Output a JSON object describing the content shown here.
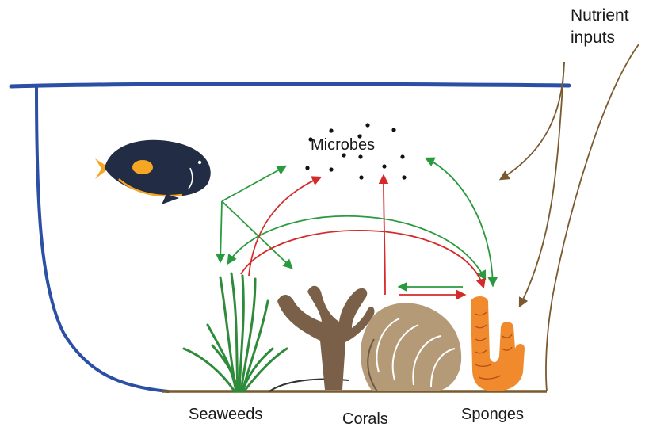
{
  "labels": {
    "nutrient_line1": "Nutrient",
    "nutrient_line2": "inputs",
    "microbes": "Microbes",
    "seaweeds": "Seaweeds",
    "corals": "Corals",
    "sponges": "Sponges"
  },
  "colors": {
    "tank": "#2b4fa5",
    "green_arrow": "#2a9a3e",
    "red_arrow": "#d42a2a",
    "nutrient_arrow": "#7a5a2e",
    "seaweed": "#2e8b3a",
    "coral_dark": "#7a6048",
    "coral_light": "#b59a78",
    "sponge": "#f08a2c",
    "seafloor": "#7a5a2e",
    "fish_body": "#222c44",
    "fish_accent": "#f5a623"
  }
}
